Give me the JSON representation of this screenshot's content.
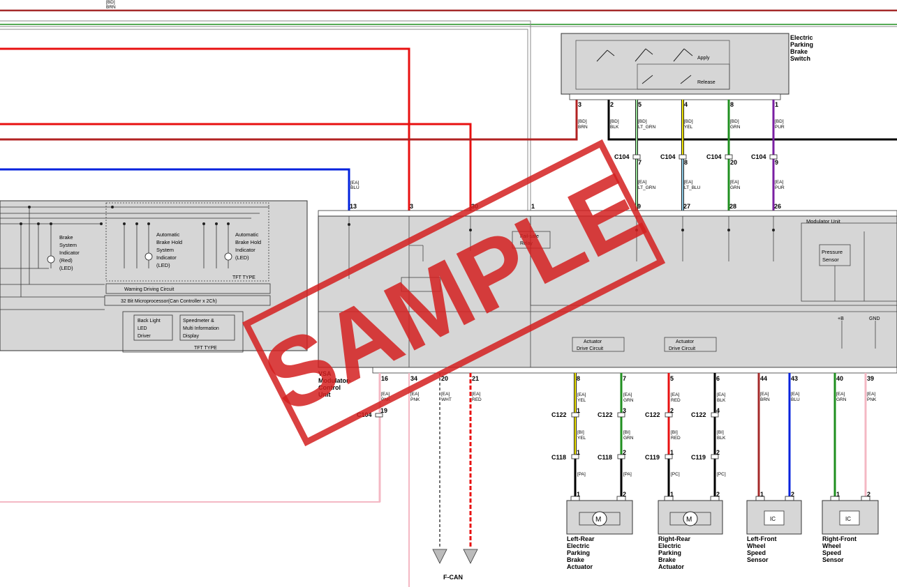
{
  "top_wire": {
    "code": "[BD]",
    "color_label": "BRN"
  },
  "epb_switch": {
    "title": [
      "Electric",
      "Parking",
      "Brake",
      "Switch"
    ],
    "apply_label": "Apply",
    "release_label": "Release",
    "pins": [
      {
        "pin": "3",
        "code": "[BD]",
        "color": "BRN",
        "connector": "",
        "cpin": "",
        "code2": "",
        "color2": ""
      },
      {
        "pin": "2",
        "code": "[BD]",
        "color": "BLK",
        "connector": "",
        "cpin": "",
        "code2": "",
        "color2": ""
      },
      {
        "pin": "5",
        "code": "[BD]",
        "color": "LT_GRN",
        "connector": "C104",
        "cpin": "7",
        "code2": "[EA]",
        "color2": "LT_GRN"
      },
      {
        "pin": "4",
        "code": "[BD]",
        "color": "YEL",
        "connector": "C104",
        "cpin": "8",
        "code2": "[EA]",
        "color2": "LT_BLU"
      },
      {
        "pin": "8",
        "code": "[BD]",
        "color": "GRN",
        "connector": "C104",
        "cpin": "20",
        "code2": "[EA]",
        "color2": "GRN"
      },
      {
        "pin": "1",
        "code": "[BD]",
        "color": "PUR",
        "connector": "C104",
        "cpin": "9",
        "code2": "[EA]",
        "color2": "PUR"
      }
    ]
  },
  "blu_wire": {
    "code": "[EA]",
    "color": "BLU"
  },
  "vsa_top_pins": [
    "13",
    "3",
    "30",
    "1",
    "9",
    "27",
    "28",
    "26"
  ],
  "gauge": {
    "brake_indicator": [
      "Brake",
      "System",
      "Indicator",
      "(Red)",
      "(LED)"
    ],
    "hold_system_indicator": [
      "Automatic",
      "Brake Hold",
      "System",
      "Indicator",
      "(LED)"
    ],
    "hold_indicator": [
      "Automatic",
      "Brake Hold",
      "Indicator",
      "(LED)"
    ],
    "tft_type_1": "TFT TYPE",
    "warning_circuit": "Warning Driving Circuit",
    "microprocessor": "32 Bit Microprocessor(Can Controller x 2Ch)",
    "backlight": [
      "Back Light",
      "LED",
      "Driver"
    ],
    "speedometer": [
      "Speedmeter &",
      "Multi Information",
      "Display"
    ],
    "tft_type_2": "TFT TYPE"
  },
  "vsa": {
    "name": [
      "VSA",
      "Modulator-",
      "Control",
      "Unit"
    ],
    "modulator_unit": "Modulator Unit",
    "pressure_sensor": [
      "Pressure",
      "Sensor"
    ],
    "failsafe": [
      "Fail-safe",
      "Relay"
    ],
    "plus_b": "+B",
    "gnd": "GND",
    "actuator_drive_1": [
      "Actuator",
      "Drive Circuit"
    ],
    "actuator_drive_2": [
      "Actuator",
      "Drive Circuit"
    ]
  },
  "bottom_left_pins": [
    {
      "pin": "16",
      "code": "[EA]",
      "color": "PNK"
    },
    {
      "pin": "34",
      "code": "[EA]",
      "color": "PNK"
    },
    {
      "pin": "20",
      "code": "[EA]",
      "color": "WHT"
    },
    {
      "pin": "21",
      "code": "[EA]",
      "color": "RED"
    }
  ],
  "c104_bottom": {
    "connector": "C104",
    "pin": "19"
  },
  "fcan_label": "F-CAN",
  "actuators": [
    {
      "pin": "8",
      "code": "[EA]",
      "color": "YEL",
      "c1": "C122",
      "c1pin": "1",
      "code2": "[BI]",
      "color2": "YEL",
      "c2": "C118",
      "c2pin": "1",
      "code3": "[PA]",
      "apin": "1"
    },
    {
      "pin": "7",
      "code": "[EA]",
      "color": "GRN",
      "c1": "C122",
      "c1pin": "3",
      "code2": "[BI]",
      "color2": "GRN",
      "c2": "C118",
      "c2pin": "2",
      "code3": "[PA]",
      "apin": "2"
    },
    {
      "pin": "5",
      "code": "[EA]",
      "color": "RED",
      "c1": "C122",
      "c1pin": "2",
      "code2": "[BI]",
      "color2": "RED",
      "c2": "C119",
      "c2pin": "1",
      "code3": "[PC]",
      "apin": "1"
    },
    {
      "pin": "6",
      "code": "[EA]",
      "color": "BLK",
      "c1": "C122",
      "c1pin": "4",
      "code2": "[BI]",
      "color2": "BLK",
      "c2": "C119",
      "c2pin": "2",
      "code3": "[PC]",
      "apin": "2"
    }
  ],
  "wheel_sensors": [
    {
      "pin": "44",
      "code": "[EA]",
      "color": "BRN",
      "spin": "1"
    },
    {
      "pin": "43",
      "code": "[EA]",
      "color": "BLU",
      "spin": "2"
    },
    {
      "pin": "40",
      "code": "[EA]",
      "color": "GRN",
      "spin": "1"
    },
    {
      "pin": "39",
      "code": "[EA]",
      "color": "PNK",
      "spin": "2"
    }
  ],
  "components": {
    "left_rear": [
      "Left-Rear",
      "Electric",
      "Parking",
      "Brake",
      "Actuator"
    ],
    "right_rear": [
      "Right-Rear",
      "Electric",
      "Parking",
      "Brake",
      "Actuator"
    ],
    "left_front": [
      "Left-Front",
      "Wheel",
      "Speed",
      "Sensor"
    ],
    "right_front": [
      "Right-Front",
      "Wheel",
      "Speed",
      "Sensor"
    ],
    "ic_label": "IC"
  },
  "watermark": "SAMPLE",
  "wire_colors": {
    "BRN": "#a52a2a",
    "BLK": "#000000",
    "LT_GRN": "#9be39b",
    "YEL": "#f2e600",
    "GRN": "#1f8f1f",
    "PUR": "#7a1fa2",
    "LT_BLU": "#8ecae6",
    "BLU": "#0022dd",
    "RED": "#e81010",
    "PNK": "#f4b8c4",
    "WHT": "#ffffff",
    "DARK_RED": "#c01818"
  }
}
